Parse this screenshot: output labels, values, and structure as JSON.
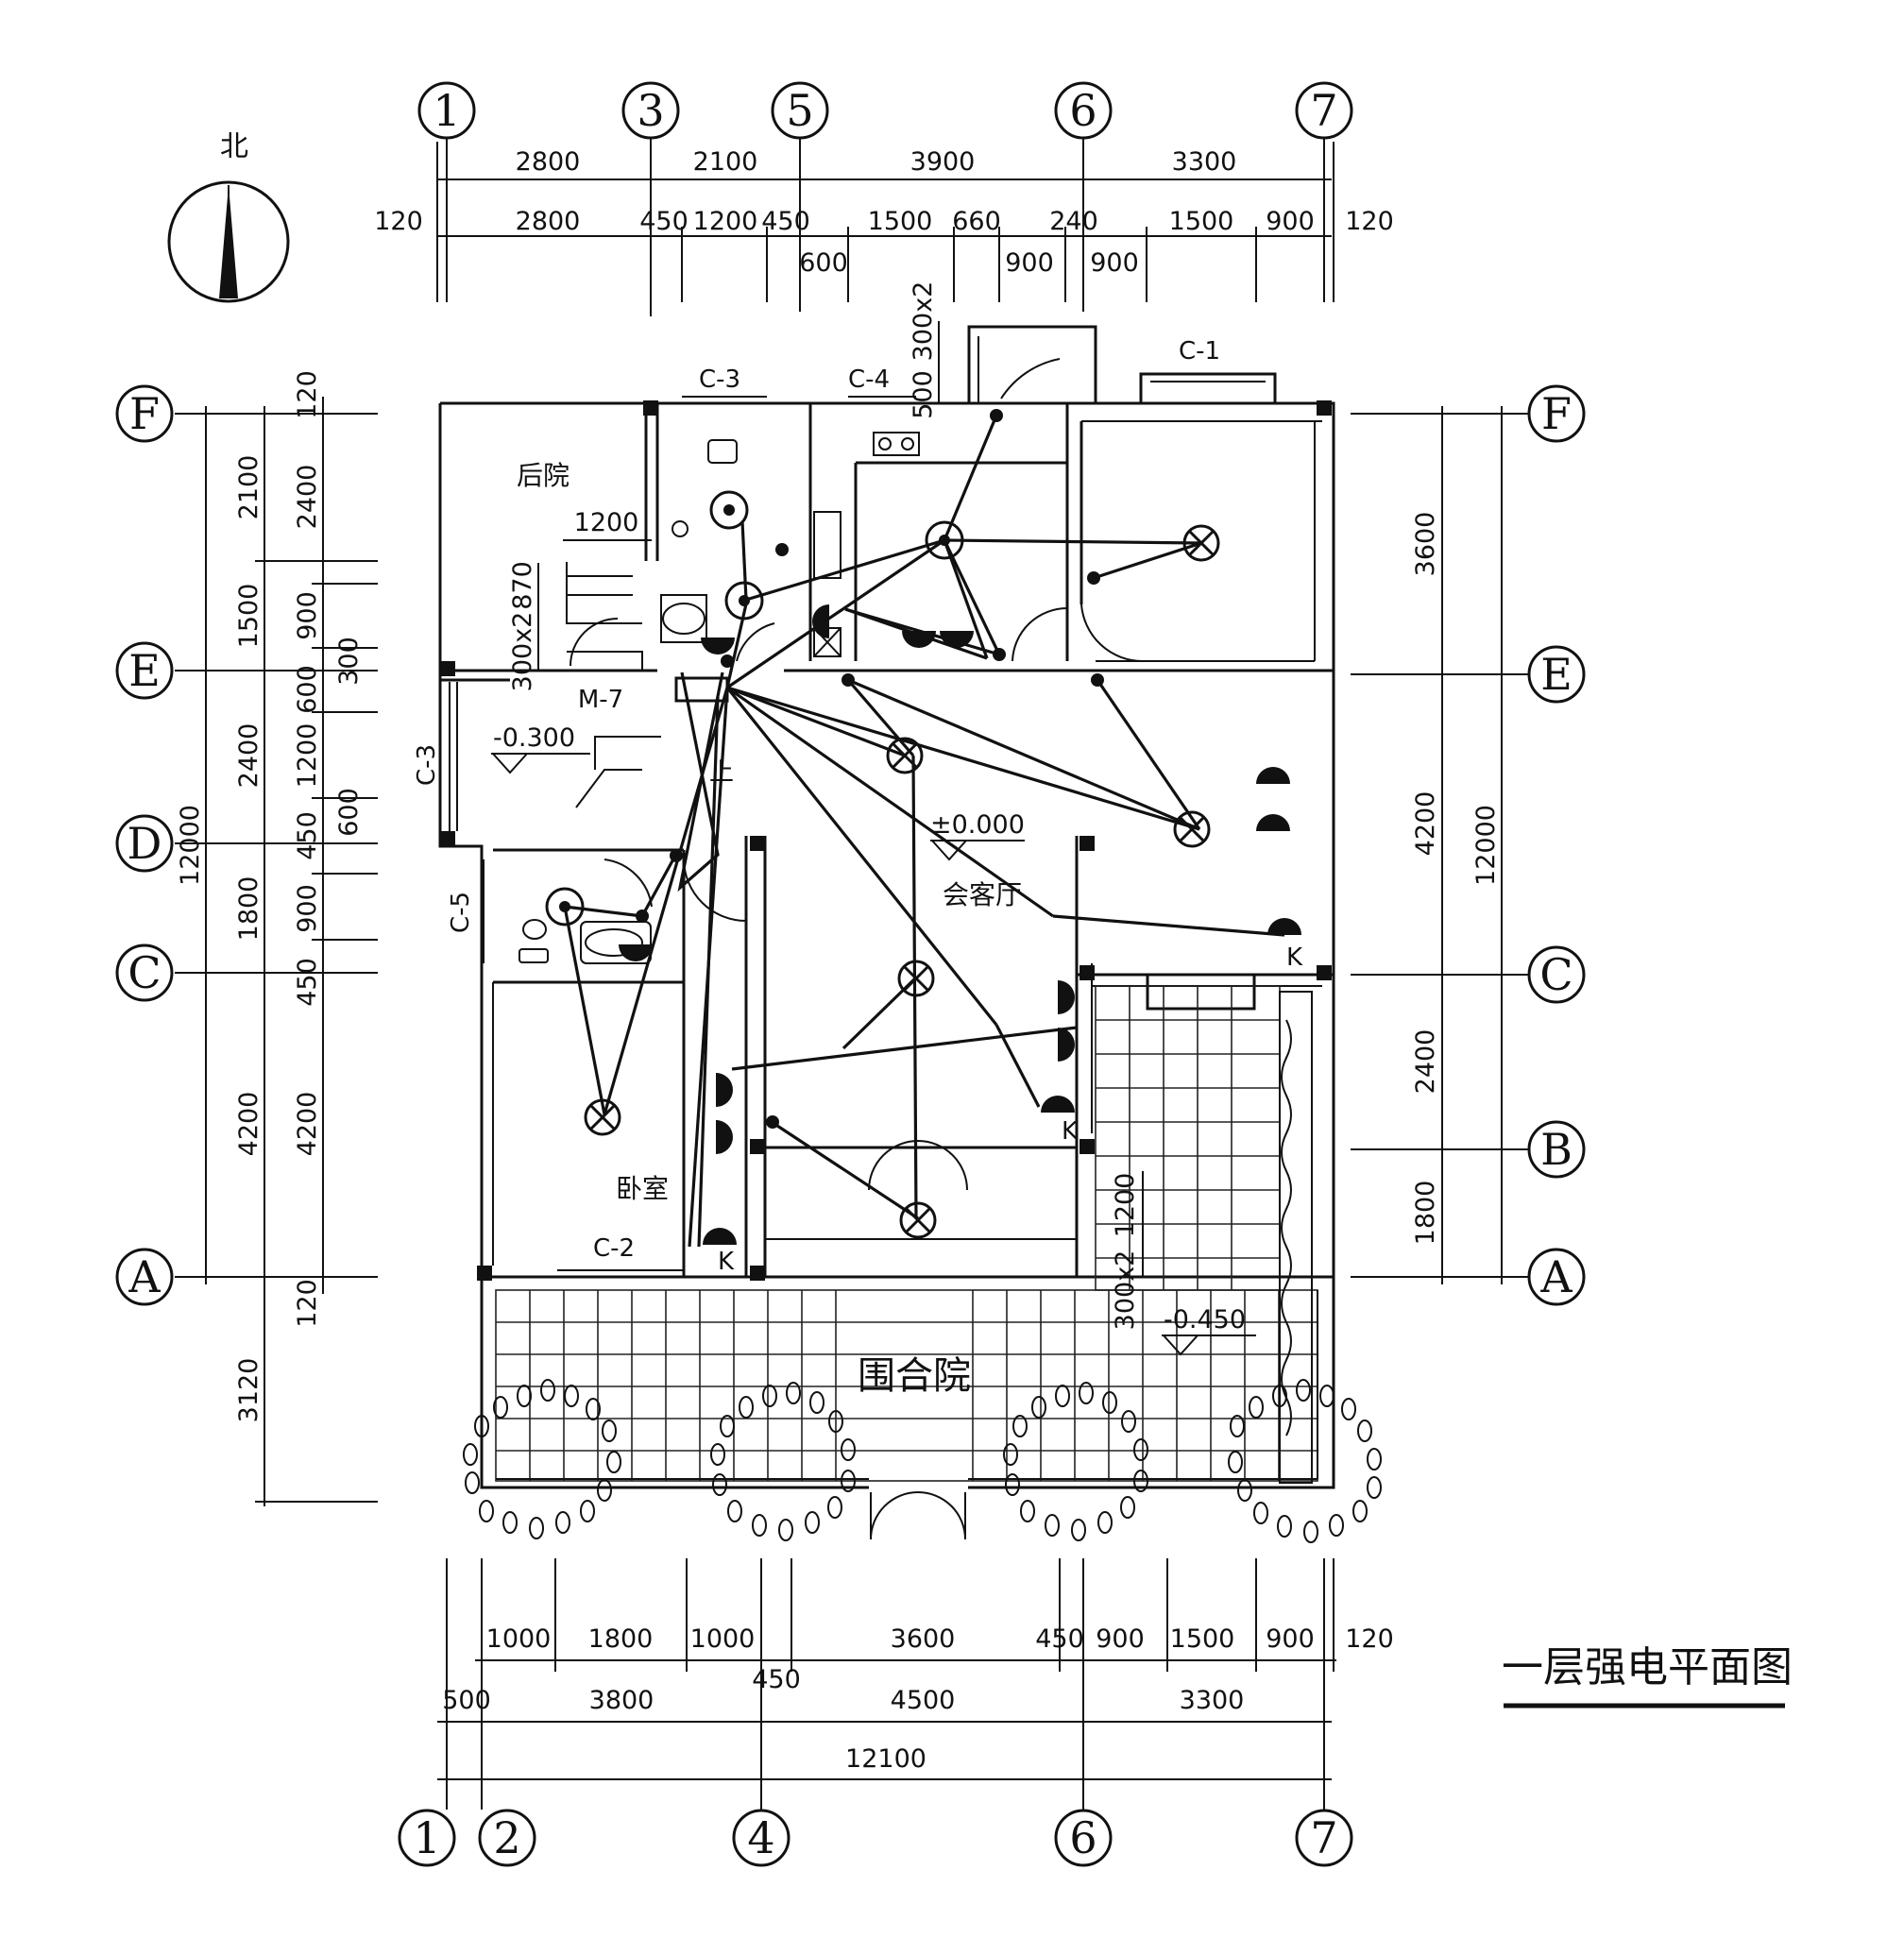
{
  "north_label": "北",
  "drawing_title": "一层强电平面图",
  "axes": {
    "top": [
      "1",
      "3",
      "5",
      "6",
      "7"
    ],
    "bottom": [
      "1",
      "2",
      "4",
      "6",
      "7"
    ],
    "left": [
      "F",
      "E",
      "D",
      "C",
      "A"
    ],
    "right": [
      "F",
      "E",
      "C",
      "B",
      "A"
    ]
  },
  "dims": {
    "top_row1": [
      "2800",
      "2100",
      "3900",
      "3300"
    ],
    "top_row2": [
      "120",
      "2800",
      "450",
      "1200",
      "450",
      "1500",
      "660",
      "240",
      "1500",
      "900",
      "120"
    ],
    "top_row3": [
      "600",
      "900",
      "900"
    ],
    "left_outer": [
      "12000",
      "3120"
    ],
    "left_mid": [
      "2100",
      "1500",
      "2400",
      "1800",
      "4200"
    ],
    "left_inner": [
      "120",
      "2400",
      "900",
      "300",
      "600",
      "1200",
      "450",
      "600",
      "900",
      "450",
      "4200",
      "120"
    ],
    "right_mid": [
      "3600",
      "4200",
      "2400",
      "1800"
    ],
    "right_outer": [
      "12000"
    ],
    "bottom_row1": [
      "1000",
      "1800",
      "1000",
      "3600",
      "450",
      "900",
      "1500",
      "900",
      "120"
    ],
    "bottom_row2": [
      "500",
      "3800",
      "450",
      "4500",
      "3300"
    ],
    "bottom_total": [
      "12100"
    ],
    "inner": [
      "1200",
      "870",
      "300x2",
      "300x2",
      "500",
      "1200",
      "300x2"
    ]
  },
  "rooms": {
    "back_yard": "后院",
    "living": "会客厅",
    "bedroom": "卧室",
    "courtyard": "围合院"
  },
  "openings": {
    "c1": "C-1",
    "c2": "C-2",
    "c3_top": "C-3",
    "c4": "C-4",
    "c3_left": "C-3",
    "c5": "C-5",
    "m7": "M-7",
    "up": "上"
  },
  "levels": {
    "entry": "-0.300",
    "living": "±0.000",
    "yard": "-0.450"
  },
  "switch_mark": "K"
}
